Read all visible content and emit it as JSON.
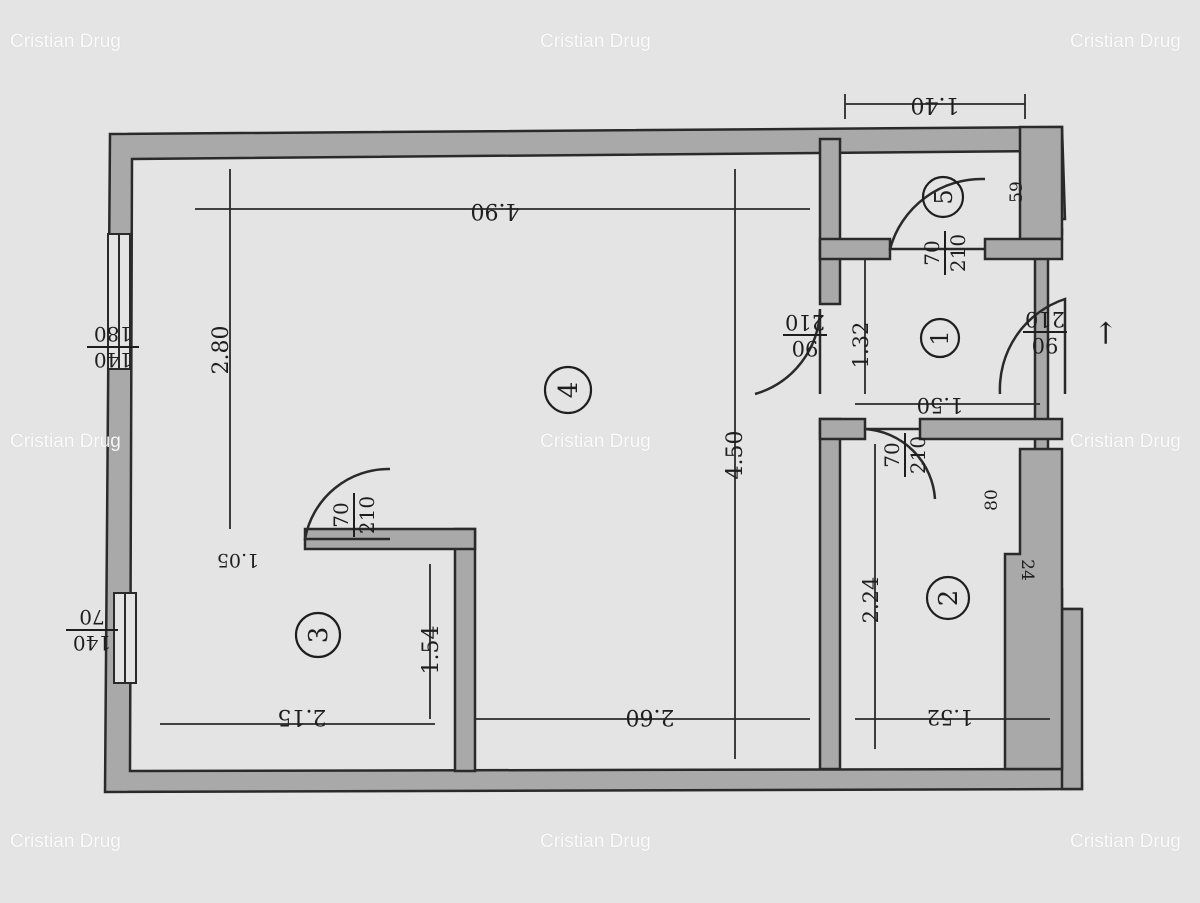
{
  "watermark": "Cristian Drug",
  "colors": {
    "paper": "#e4e4e4",
    "wall": "#a9a9a9",
    "line": "#2a2a2a"
  },
  "rooms": {
    "r1": "1",
    "r2": "2",
    "r3": "3",
    "r4": "4",
    "r5": "5"
  },
  "dimensions": {
    "top_width_5": "1.40",
    "room4_width": "4.90",
    "room4_left_height": "2.80",
    "room4_height": "4.50",
    "room4_bottom": "2.60",
    "room3_top": "1.05",
    "room3_height": "1.54",
    "room3_width": "2.15",
    "hall_height": "1.32",
    "hall_width": "1.50",
    "room2_height": "2.24",
    "room2_width": "1.52",
    "room2_jog_a": "80",
    "room2_jog_b": "24",
    "room5_depth": "59"
  },
  "doors": [
    {
      "num": "90",
      "den": "210"
    },
    {
      "num": "90",
      "den": "210"
    },
    {
      "num": "70",
      "den": "210"
    },
    {
      "num": "70",
      "den": "210"
    },
    {
      "num": "70",
      "den": "210"
    }
  ],
  "windows": [
    {
      "num": "140",
      "den": "180"
    },
    {
      "num": "140",
      "den": "70"
    }
  ],
  "entrance_arrow": "←"
}
